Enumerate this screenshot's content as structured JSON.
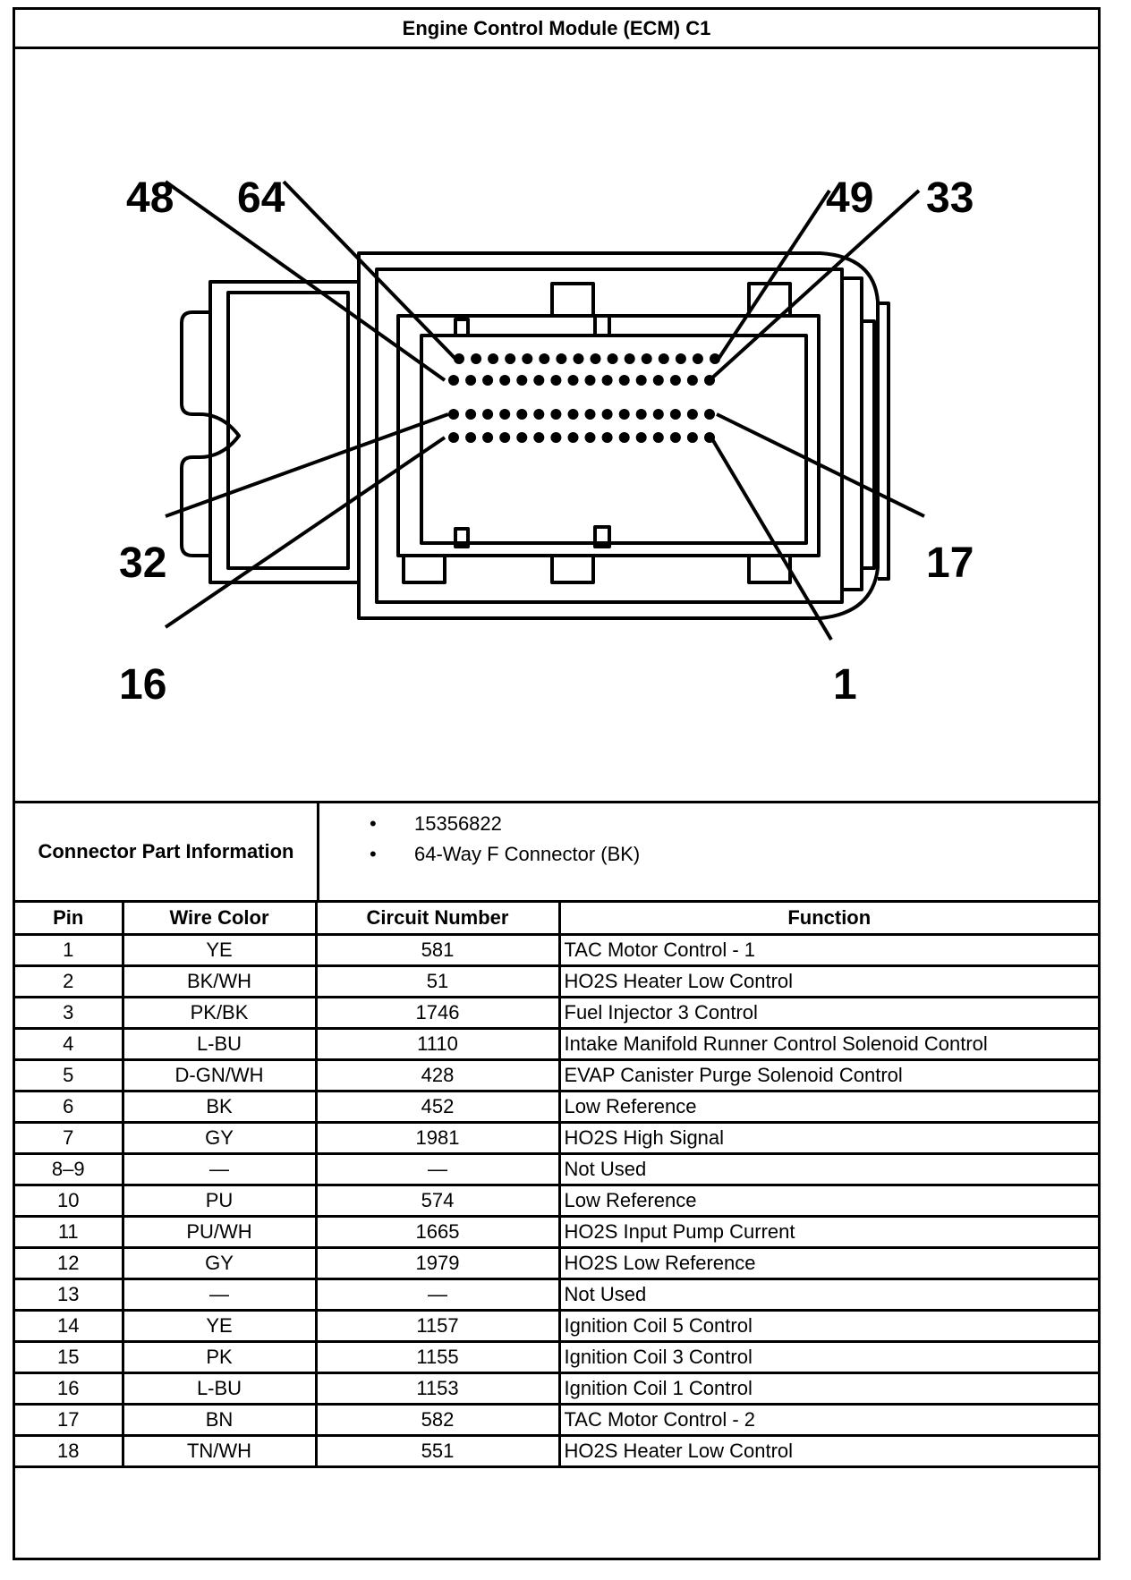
{
  "title": "Engine Control Module (ECM) C1",
  "diagram": {
    "pin_labels": {
      "top_left_outer": "48",
      "top_left_inner": "64",
      "top_right_inner": "49",
      "top_right_outer": "33",
      "left_middle": "32",
      "left_bottom": "16",
      "right_middle": "17",
      "right_bottom": "1"
    }
  },
  "part_info": {
    "label": "Connector Part Information",
    "items": [
      "15356822",
      "64-Way F Connector (BK)"
    ]
  },
  "table": {
    "headers": {
      "pin": "Pin",
      "wire": "Wire Color",
      "circuit": "Circuit Number",
      "function": "Function"
    },
    "rows": [
      {
        "pin": "1",
        "wire": "YE",
        "circuit": "581",
        "function": "TAC Motor Control - 1"
      },
      {
        "pin": "2",
        "wire": "BK/WH",
        "circuit": "51",
        "function": "HO2S Heater Low Control"
      },
      {
        "pin": "3",
        "wire": "PK/BK",
        "circuit": "1746",
        "function": "Fuel Injector 3 Control"
      },
      {
        "pin": "4",
        "wire": "L-BU",
        "circuit": "1110",
        "function": "Intake Manifold Runner Control Solenoid Control"
      },
      {
        "pin": "5",
        "wire": "D-GN/WH",
        "circuit": "428",
        "function": "EVAP Canister Purge Solenoid Control"
      },
      {
        "pin": "6",
        "wire": "BK",
        "circuit": "452",
        "function": "Low Reference"
      },
      {
        "pin": "7",
        "wire": "GY",
        "circuit": "1981",
        "function": "HO2S High Signal"
      },
      {
        "pin": "8–9",
        "wire": "—",
        "circuit": "—",
        "function": "Not Used"
      },
      {
        "pin": "10",
        "wire": "PU",
        "circuit": "574",
        "function": "Low Reference"
      },
      {
        "pin": "11",
        "wire": "PU/WH",
        "circuit": "1665",
        "function": "HO2S Input Pump Current"
      },
      {
        "pin": "12",
        "wire": "GY",
        "circuit": "1979",
        "function": "HO2S Low Reference"
      },
      {
        "pin": "13",
        "wire": "—",
        "circuit": "—",
        "function": "Not Used"
      },
      {
        "pin": "14",
        "wire": "YE",
        "circuit": "1157",
        "function": "Ignition Coil 5 Control"
      },
      {
        "pin": "15",
        "wire": "PK",
        "circuit": "1155",
        "function": "Ignition Coil 3 Control"
      },
      {
        "pin": "16",
        "wire": "L-BU",
        "circuit": "1153",
        "function": "Ignition Coil 1 Control"
      },
      {
        "pin": "17",
        "wire": "BN",
        "circuit": "582",
        "function": "TAC Motor Control - 2"
      },
      {
        "pin": "18",
        "wire": "TN/WH",
        "circuit": "551",
        "function": "HO2S Heater Low Control"
      }
    ]
  }
}
